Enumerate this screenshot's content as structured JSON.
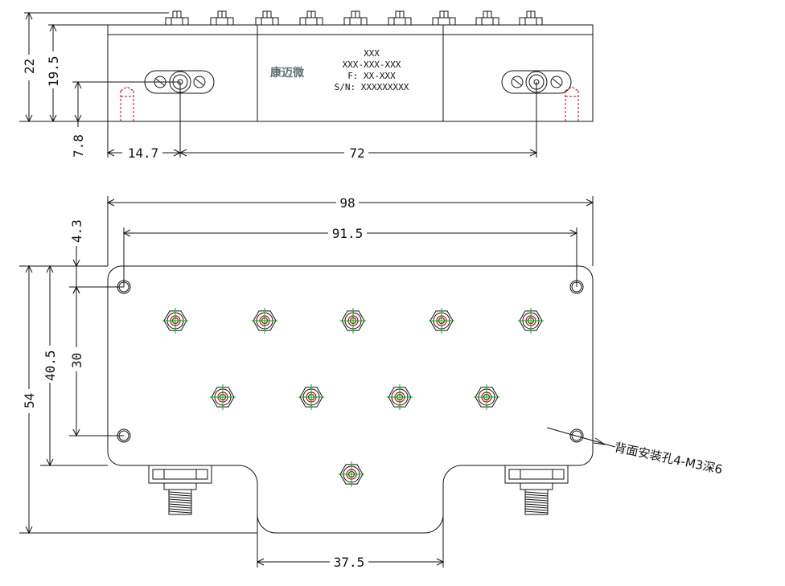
{
  "label": {
    "brand": "康迈微",
    "line1": "XXX",
    "line2": "XXX-XXX-XXX",
    "line3": "F: XX-XXX",
    "line4": "S/N: XXXXXXXXX"
  },
  "dimensions": {
    "height_total": "22",
    "height_body": "19.5",
    "connector_height": "7.8",
    "connector_offset": "14.7",
    "connector_spacing": "72",
    "width_total": "98",
    "hole_spacing_x": "91.5",
    "hole_offset_top": "4.3",
    "depth_total": "54",
    "depth_body": "40.5",
    "hole_spacing_y": "30",
    "tab_width": "37.5"
  },
  "note": "背面安装孔4-M3深6",
  "tuning_screws": {
    "top_row": 5,
    "middle_row": 4,
    "bottom_row": 1
  },
  "colors": {
    "line": "#111111",
    "center_mark": "#00b000",
    "hidden": "#cc0000"
  }
}
